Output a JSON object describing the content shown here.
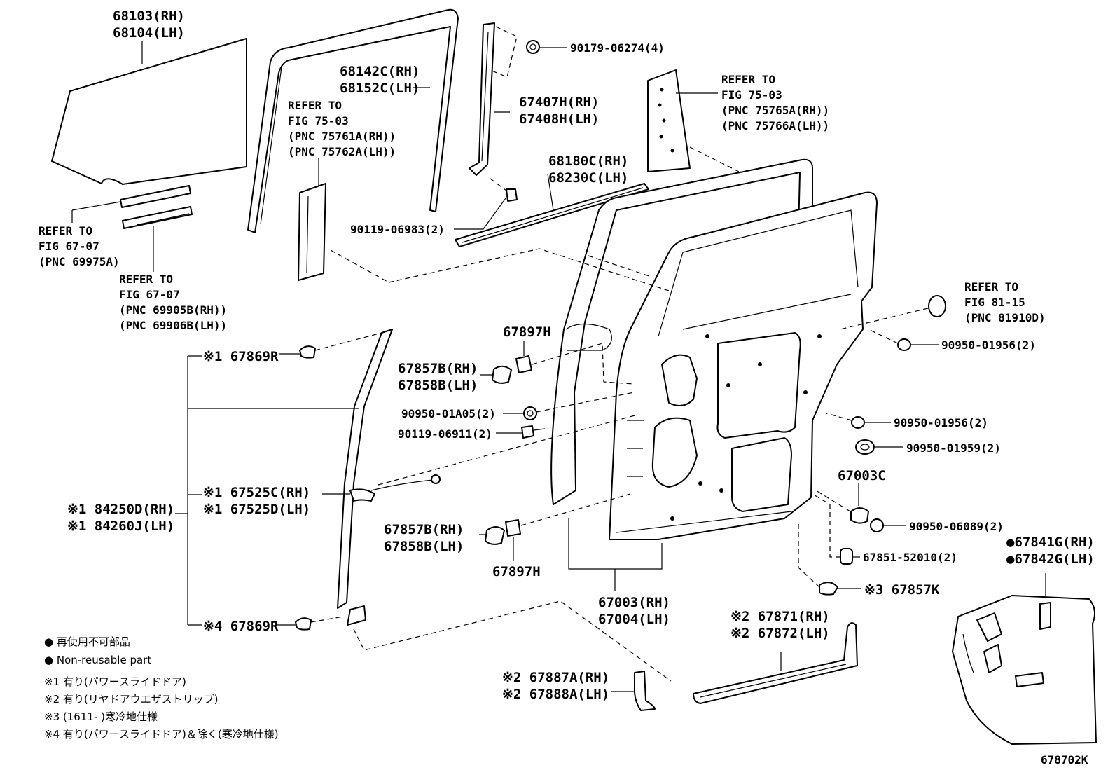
{
  "diagram": {
    "id_code": "678702K",
    "labels": {
      "glass_rh": "68103(RH)",
      "glass_lh": "68104(LH)",
      "run_rh": "68142C(RH)",
      "run_lh": "68152C(LH)",
      "refer_a1": "REFER TO",
      "refer_a2": "FIG 75-03",
      "refer_a3": "(PNC 75761A(RH))",
      "refer_a4": "(PNC 75762A(LH))",
      "clip_top": "90179-06274(4)",
      "ch_rh": "67407H(RH)",
      "ch_lh": "67408H(LH)",
      "refer_b1": "REFER TO",
      "refer_b2": "FIG 75-03",
      "refer_b3": "(PNC 75765A(RH))",
      "refer_b4": "(PNC 75766A(LH))",
      "belt_rh": "68180C(RH)",
      "belt_lh": "68230C(LH)",
      "bolt_a": "90119-06983(2)",
      "refer_c1": "REFER TO",
      "refer_c2": "FIG 67-07",
      "refer_c3": "(PNC 69975A)",
      "refer_d1": "REFER TO",
      "refer_d2": "FIG 67-07",
      "refer_d3": "(PNC 69905B(RH))",
      "refer_d4": "(PNC 69906B(LH))",
      "refer_e1": "REFER TO",
      "refer_e2": "FIG 81-15",
      "refer_e3": "(PNC 81910D)",
      "seal_a": "90950-01956(2)",
      "p67869r_top": "※1 67869R",
      "p67897h_top": "67897H",
      "cover_rh": "67857B(RH)",
      "cover_lh": "67858B(LH)",
      "plug_a05": "90950-01A05(2)",
      "bolt_911": "90119-06911(2)",
      "seal_b": "90950-01956(2)",
      "seal_c": "90950-01959(2)",
      "p67003c": "67003C",
      "wire_rh": "※1 84250D(RH)",
      "wire_lh": "※1 84260J(LH)",
      "p67525c": "※1 67525C(RH)",
      "p67525d": "※1 67525D(LH)",
      "plug_089": "90950-06089(2)",
      "cover2_rh": "67857B(RH)",
      "cover2_lh": "67858B(LH)",
      "p67897h_bot": "67897H",
      "trim_rh": "●67841G(RH)",
      "trim_lh": "●67842G(LH)",
      "plug_52010": "67851-52010(2)",
      "p67857k": "※3 67857K",
      "door_rh": "67003(RH)",
      "door_lh": "67004(LH)",
      "p67869r_bot": "※4 67869R",
      "strip_rh": "※2 67871(RH)",
      "strip_lh": "※2 67872(LH)",
      "p67887a": "※2 67887A(RH)",
      "p67888a": "※2 67888A(LH)"
    },
    "legend": {
      "nonreuse_jp": "● 再使用不可部品",
      "nonreuse_en": "● Non-reusable part",
      "note1": "※1 有り(パワースライドドア)",
      "note2": "※2 有り(リヤドアウエザストリップ)",
      "note3": "※3 (1611-      )寒冷地仕様",
      "note4": "※4 有り(パワースライドドア)＆除く(寒冷地仕様)"
    }
  }
}
